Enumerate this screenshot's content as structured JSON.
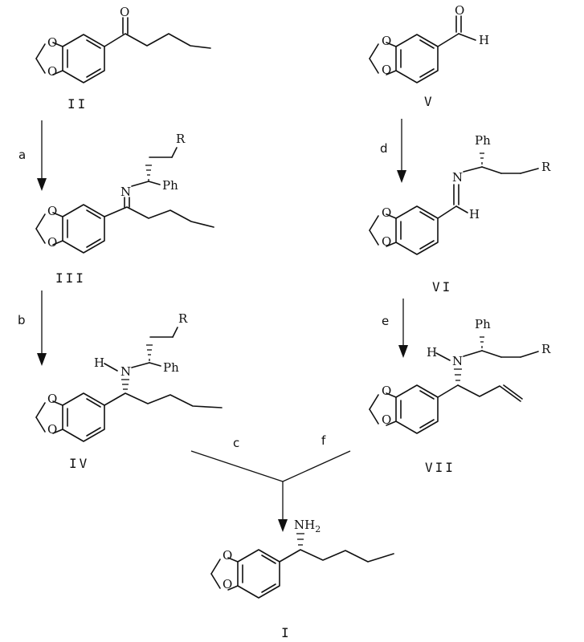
{
  "compounds": {
    "II": "II",
    "III": "III",
    "IV": "IV",
    "V": "V",
    "VI": "VI",
    "VII": "VII",
    "I": "I"
  },
  "steps": {
    "a": "a",
    "b": "b",
    "c": "c",
    "d": "d",
    "e": "e",
    "f": "f"
  },
  "atoms": {
    "O": "O",
    "H": "H",
    "N": "N",
    "Ph": "Ph",
    "R": "R",
    "NH": "NH",
    "sub2": "2"
  }
}
